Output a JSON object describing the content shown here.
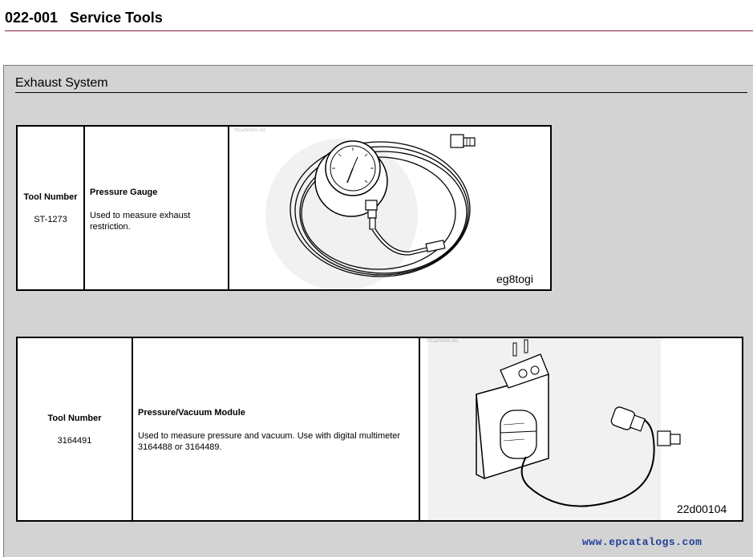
{
  "page": {
    "title": "022-001   Service Tools"
  },
  "section": {
    "title": "Exhaust System"
  },
  "tools": [
    {
      "number_label": "Tool Number",
      "number": "ST-1273",
      "name": "Pressure Gauge",
      "description": "Used to measure exhaust restriction.",
      "image_caption": "eg8togi",
      "image_copyright": "©Cummins Inc",
      "image_subject": "pressure-gauge-with-hose"
    },
    {
      "number_label": "Tool Number",
      "number": "3164491",
      "name": "Pressure/Vacuum Module",
      "description": "Used to measure pressure and vacuum. Use with digital multimeter 3164488 or 3164489.",
      "image_caption": "22d00104",
      "image_copyright": "©Cummins Inc",
      "image_subject": "pressure-vacuum-module-with-cable"
    }
  ],
  "footer": {
    "watermark": "www.epcatalogs.com"
  }
}
